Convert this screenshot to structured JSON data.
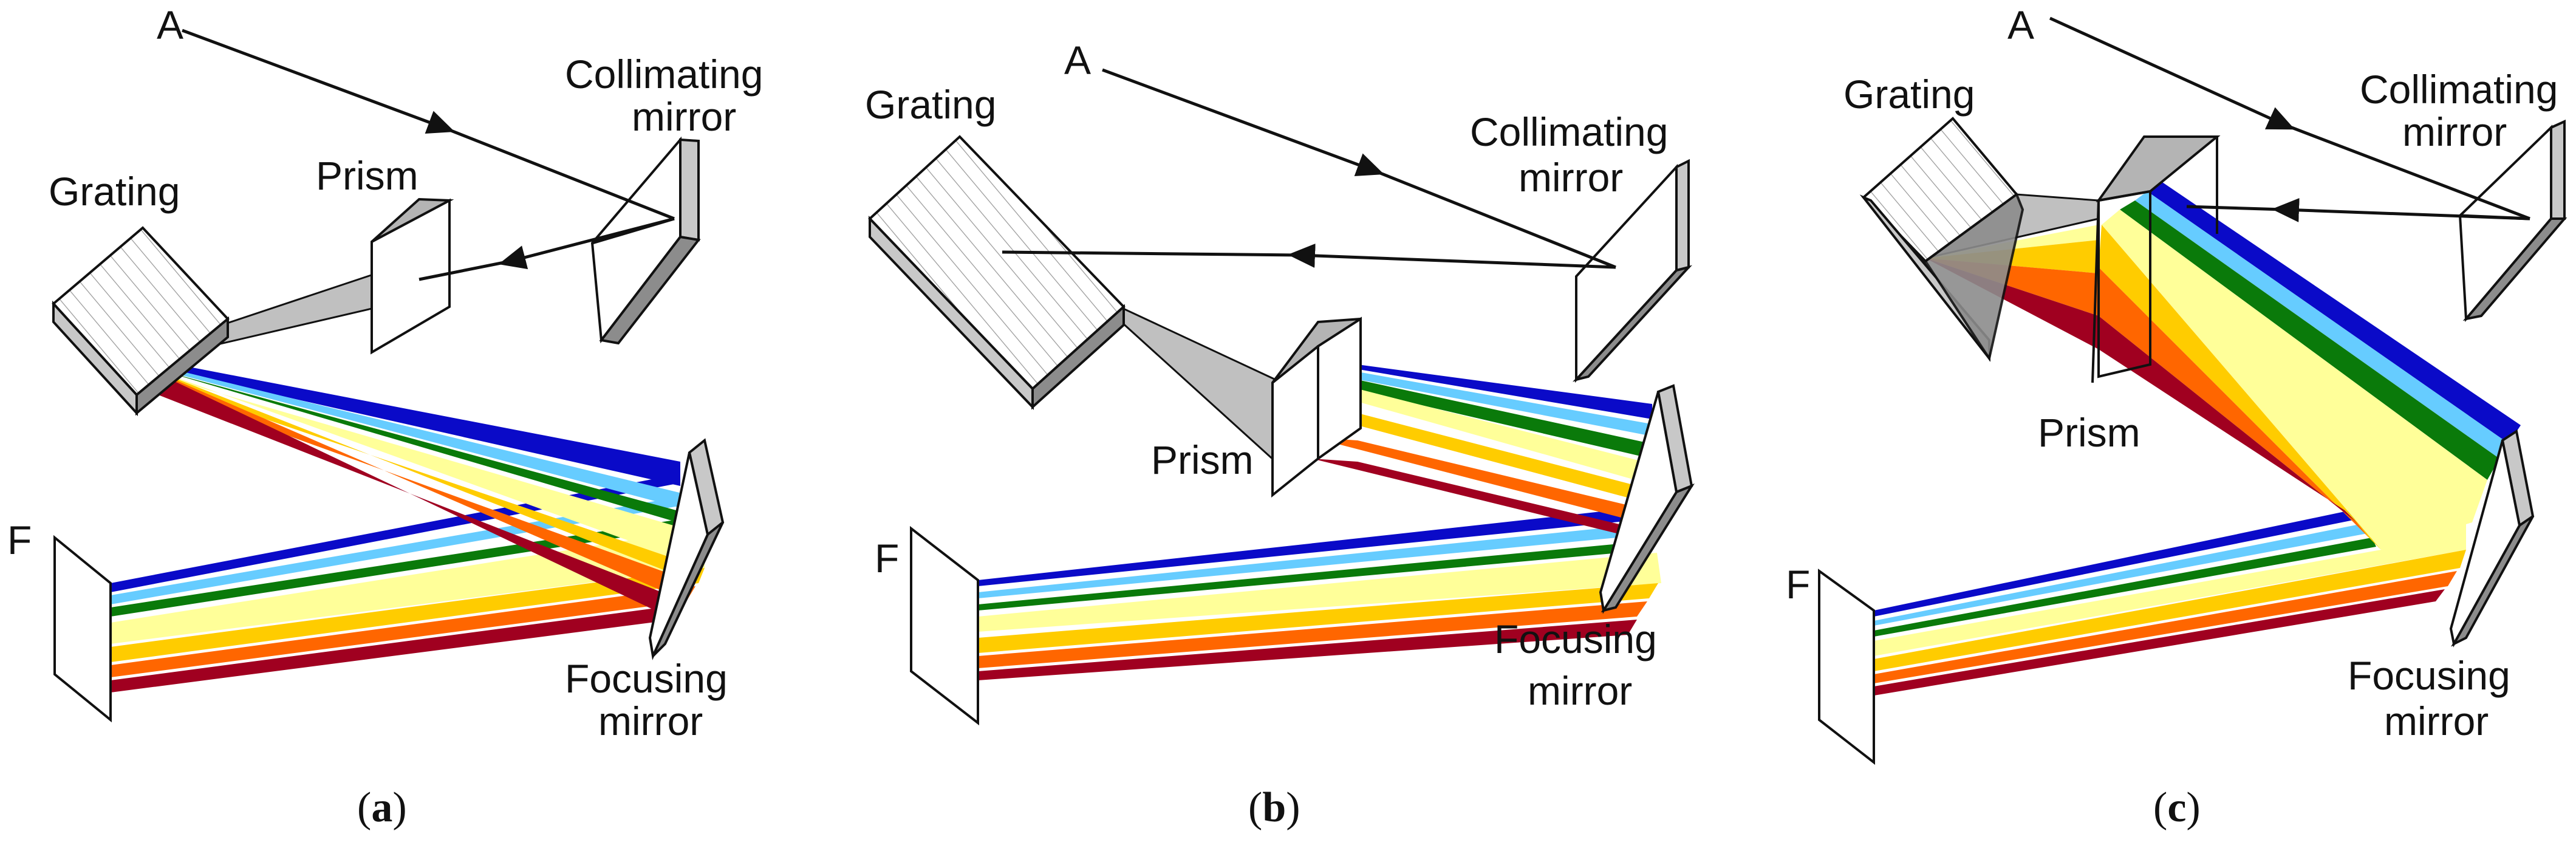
{
  "panels": [
    {
      "id": "a",
      "caption_open": "(",
      "caption_letter": "a",
      "caption_close": ")",
      "labels": {
        "a": "A",
        "collimating": [
          "Collimating",
          "mirror"
        ],
        "grating": "Grating",
        "prism": "Prism",
        "f": "F",
        "focusing": [
          "Focusing",
          "mirror"
        ]
      }
    },
    {
      "id": "b",
      "caption_open": "(",
      "caption_letter": "b",
      "caption_close": ")",
      "labels": {
        "a": "A",
        "collimating": [
          "Collimating",
          "mirror"
        ],
        "grating": "Grating",
        "prism": "Prism",
        "f": "F",
        "focusing": [
          "Focusing",
          "mirror"
        ]
      }
    },
    {
      "id": "c",
      "caption_open": "(",
      "caption_letter": "c",
      "caption_close": ")",
      "labels": {
        "a": "A",
        "collimating": [
          "Collimating",
          "mirror"
        ],
        "grating": "Grating",
        "prism": "Prism",
        "f": "F",
        "focusing": [
          "Focusing",
          "mirror"
        ]
      }
    }
  ],
  "spectrum_colors": [
    "#0a0ac8",
    "#66ccff",
    "#0a7a0a",
    "#ffff99",
    "#ffcc00",
    "#ff6600",
    "#a00020"
  ],
  "colors": {
    "optic_face": "#ffffff",
    "optic_edge": "#c8c8c8",
    "optic_side": "#8c8c8c",
    "fan_gray": "#c0c0c0",
    "stroke": "#111111"
  }
}
